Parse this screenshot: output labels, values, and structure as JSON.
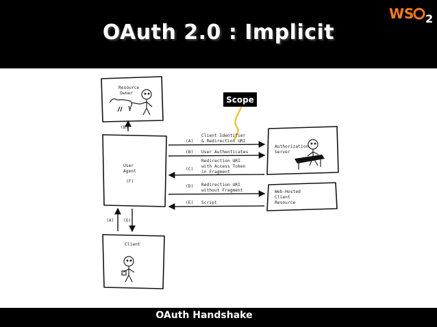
{
  "slide": {
    "title": "OAuth 2.0 : Implicit",
    "logo": {
      "icon": "wso2-logo",
      "text_left": "WS",
      "text_sub": "2",
      "colors": {
        "brand": "#f47b20",
        "text": "#ffffff"
      }
    },
    "footer": "OAuth Handshake"
  },
  "callout": {
    "label": "Scope"
  },
  "diagram": {
    "resource_owner": {
      "label_line1": "Resource",
      "label_line2": "Owner"
    },
    "user_agent": {
      "label_line1": "User",
      "label_line2": "Agent",
      "step": "(F)"
    },
    "client": {
      "label": "Client"
    },
    "authorization_server": {
      "label_line1": "Authorization",
      "label_line2": "Server"
    },
    "web_hosted_resource": {
      "label_line1": "Web-Hosted",
      "label_line2": "Client",
      "label_line3": "Resource"
    },
    "vertical_labels": {
      "b": "(B)",
      "a": "(A)",
      "g": "(G)"
    },
    "flows": [
      {
        "step": "(A)",
        "line1": "Client Identifier",
        "line2": "& Redirection URI"
      },
      {
        "step": "(B)",
        "line1": "User Authenticates"
      },
      {
        "step": "(C)",
        "line1": "Redirection URI",
        "line2": "with Access Token",
        "line3": "in Fragment"
      },
      {
        "step": "(D)",
        "line1": "Redirection URI",
        "line2": "without Fragment"
      },
      {
        "step": "(E)",
        "line1": "Script"
      }
    ]
  }
}
